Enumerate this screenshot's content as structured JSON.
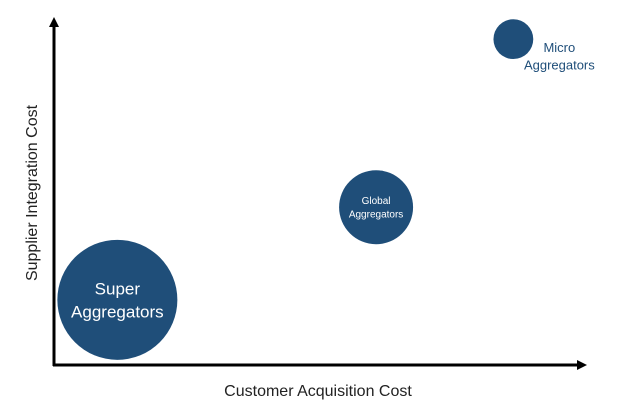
{
  "chart_data": {
    "type": "scatter",
    "subtype": "bubble",
    "xlabel": "Customer Acquisition Cost",
    "ylabel": "Supplier Integration Cost",
    "xlim": [
      0,
      100
    ],
    "ylim": [
      0,
      100
    ],
    "grid": false,
    "bubble_color": "#1f4e79",
    "points": [
      {
        "name": "Super Aggregators",
        "lines": [
          "Super",
          "Aggregators"
        ],
        "x": 12,
        "y": 19,
        "size": 100,
        "label_position": "inside",
        "label_color": "#ffffff"
      },
      {
        "name": "Global Aggregators",
        "lines": [
          "Global",
          "Aggregators"
        ],
        "x": 61,
        "y": 46,
        "size": 38,
        "label_position": "inside",
        "label_color": "#ffffff"
      },
      {
        "name": "Micro Aggregators",
        "lines": [
          "Micro",
          "Aggregators"
        ],
        "x": 87,
        "y": 95,
        "size": 11,
        "label_position": "right-below",
        "label_color": "#1f4e79"
      }
    ]
  }
}
